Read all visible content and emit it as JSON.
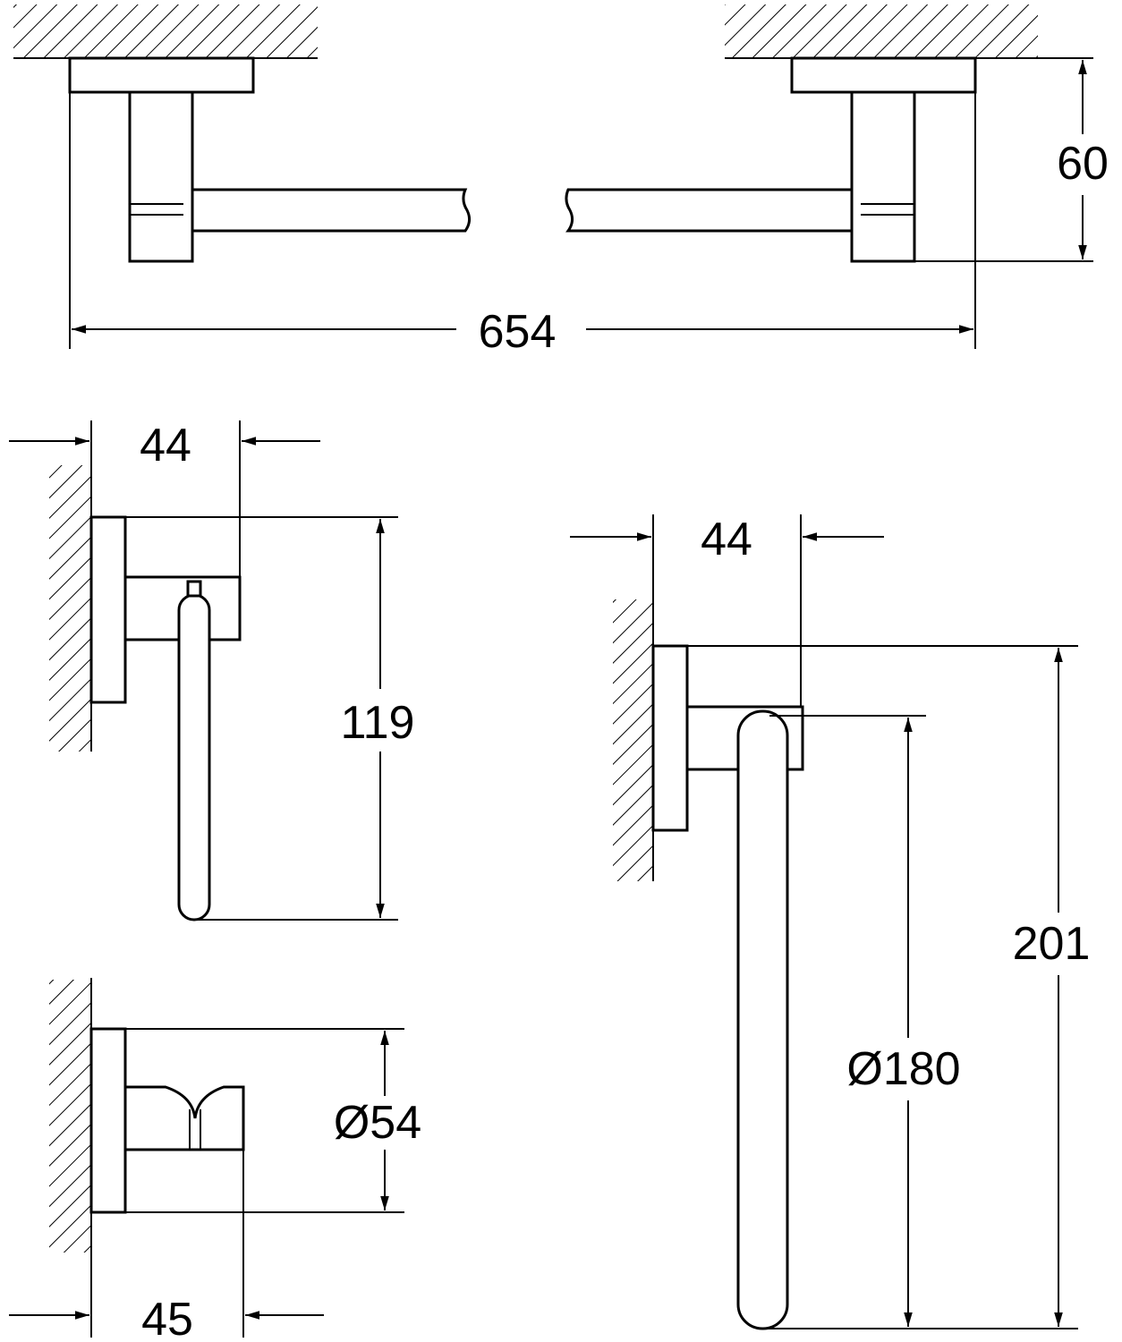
{
  "title": "Bathroom accessory set dimension drawing",
  "dimensions": {
    "towel_rail_height": "60",
    "towel_rail_length": "654",
    "ring_small_depth": "44",
    "ring_small_height": "119",
    "ring_large_depth": "44",
    "ring_large_height": "201",
    "ring_large_diameter": "Ø180",
    "hook_diameter": "Ø54",
    "hook_depth": "45"
  },
  "colors": {
    "line": "#000000",
    "background": "#ffffff"
  }
}
